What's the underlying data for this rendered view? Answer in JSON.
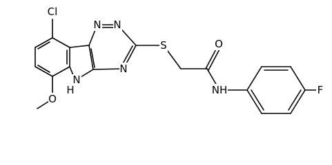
{
  "molecule": {
    "atom_labels": {
      "chlorine": "Cl",
      "triazine_n_top_left": "N",
      "triazine_n_top_right": "N",
      "triazine_n_bottom": "N",
      "sulfur": "S",
      "oxygen_carbonyl": "O",
      "amide_nh": "NH",
      "indole_nh": "N",
      "indole_h": "H",
      "methoxy_oxygen": "O",
      "fluorine": "F"
    }
  },
  "colors": {
    "bond": "#000000",
    "text": "#000000",
    "background": "#ffffff"
  }
}
